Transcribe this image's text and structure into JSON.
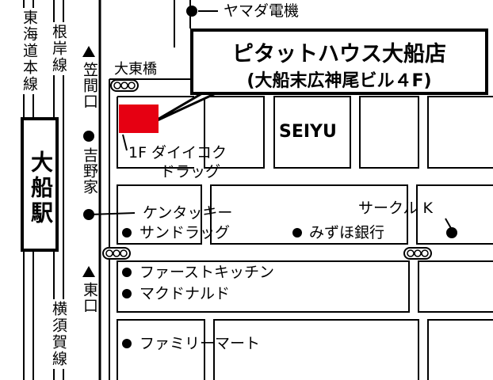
{
  "colors": {
    "store_marker": "#e60012",
    "line": "#000000",
    "background": "#ffffff"
  },
  "callout": {
    "store_name": "ピタットハウス大船店",
    "store_address": "(大船末広神尾ビル４F)"
  },
  "station": {
    "name": "大船駅"
  },
  "rail_lines": {
    "left_top": "東海道本線",
    "right_top": "根岸線",
    "right_bottom": "横須賀線"
  },
  "exits": {
    "kasama": "笠間口",
    "east": "東口"
  },
  "landmarks": {
    "yamada": "ヤマダ電機",
    "ohigashi_bridge": "大東橋",
    "seiyu": "SEIYU",
    "daikoku_line1": "1F ダイイコク",
    "daikoku_line2": "ドラッグ",
    "yoshinoya": "吉野家",
    "kfc": "ケンタッキー",
    "sundrug": "サンドラッグ",
    "mizuho": "みずほ銀行",
    "circle_k": "サークル K",
    "firstkitchen": "ファーストキッチン",
    "mcdonalds": "マクドナルド",
    "familymart": "ファミリーマート"
  }
}
